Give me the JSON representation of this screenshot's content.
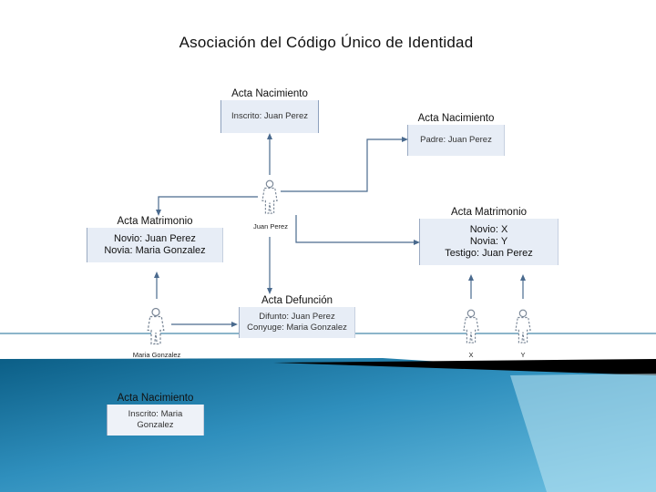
{
  "title": "Asociación del Código Único de Identidad",
  "boxes": {
    "nacimiento_juan": {
      "header": "Acta Nacimiento",
      "lines": [
        "Inscrito: Juan Perez"
      ]
    },
    "nacimiento_padre": {
      "header": "Acta Nacimiento",
      "lines": [
        "Padre: Juan Perez"
      ]
    },
    "matrimonio_juan": {
      "header": "Acta Matrimonio",
      "lines": [
        "Novio: Juan Perez",
        "Novia: Maria Gonzalez"
      ]
    },
    "matrimonio_xy": {
      "header": "Acta Matrimonio",
      "lines": [
        "Novio: X",
        "Novia: Y",
        "Testigo: Juan Perez"
      ]
    },
    "defuncion": {
      "header": "Acta Defunción",
      "lines": [
        "Difunto: Juan Perez",
        "Conyuge: Maria Gonzalez"
      ]
    },
    "nacimiento_maria": {
      "header": "Acta Nacimiento",
      "lines": [
        "Inscrito: Maria",
        "Gonzalez"
      ]
    }
  },
  "persons": {
    "juan": "Juan Perez",
    "maria": "Maria Gonzalez",
    "x": "X",
    "y": "Y"
  },
  "colors": {
    "box_fill": "#e7edf6",
    "connector": "#4a6a8e",
    "band_light": "#9dd3ea",
    "band_mid": "#3a9cc8",
    "band_dark": "#0a5a82",
    "band_black": "#000000"
  }
}
